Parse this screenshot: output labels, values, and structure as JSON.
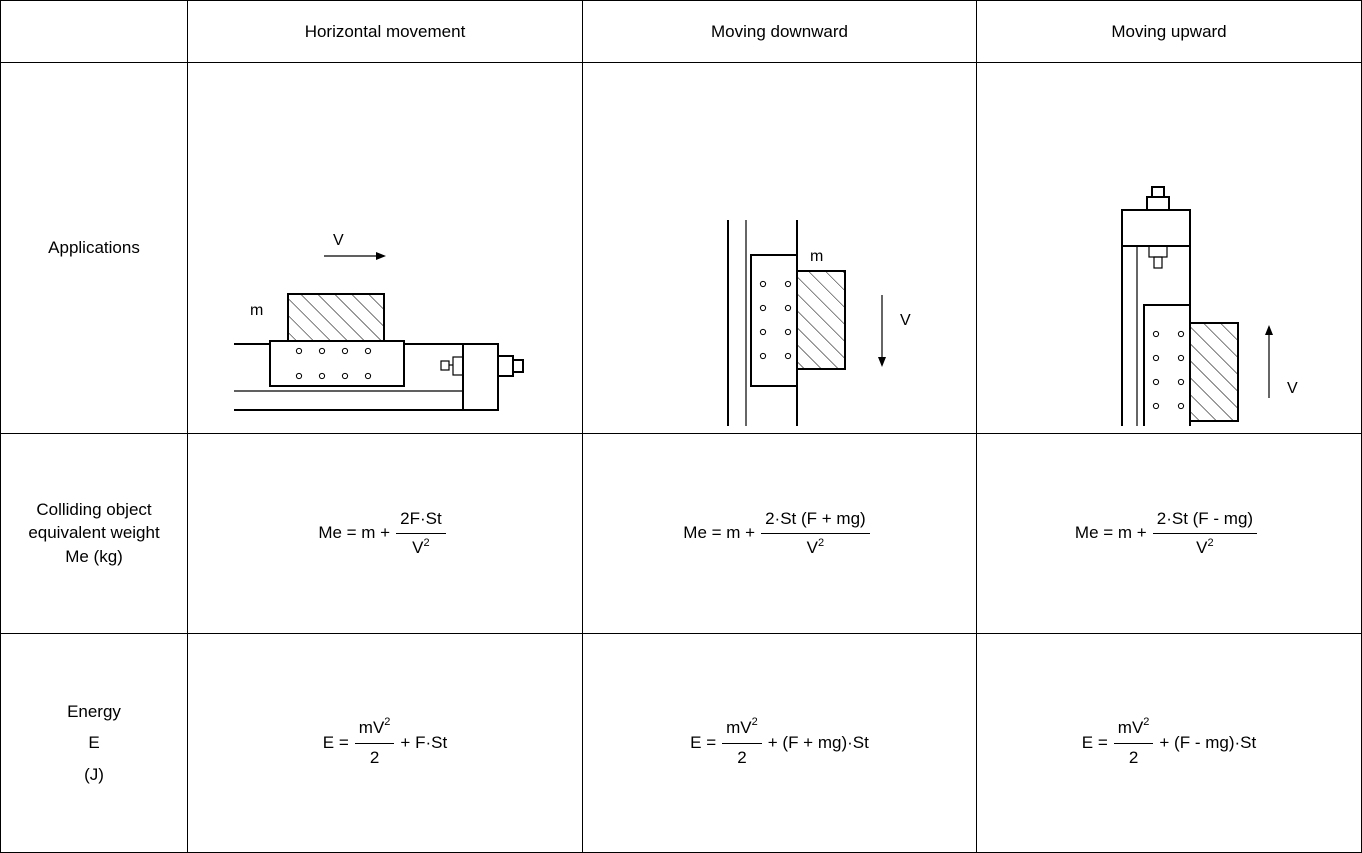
{
  "headers": {
    "corner": "",
    "horizontal": "Horizontal movement",
    "downward": "Moving downward",
    "upward": "Moving upward"
  },
  "rows": {
    "applications": "Applications",
    "equivalent_weight": {
      "line1": "Colliding object",
      "line2": "equivalent weight",
      "line3": "Me (kg)"
    },
    "energy": {
      "line1": "Energy",
      "line2": "E",
      "line3": "(J)"
    }
  },
  "diagram_labels": {
    "mass": "m",
    "velocity": "V"
  },
  "formulas": {
    "me_horizontal": {
      "lhs": "Me = m +",
      "num": "2F·St",
      "den_base": "V",
      "den_sup": "2"
    },
    "me_downward": {
      "lhs": "Me = m +",
      "num": "2·St (F + mg)",
      "den_base": "V",
      "den_sup": "2"
    },
    "me_upward": {
      "lhs": "Me = m +",
      "num": "2·St (F - mg)",
      "den_base": "V",
      "den_sup": "2"
    },
    "e_horizontal": {
      "lhs": "E =",
      "num_base": "mV",
      "num_sup": "2",
      "den": "2",
      "rhs": "+ F·St"
    },
    "e_downward": {
      "lhs": "E =",
      "num_base": "mV",
      "num_sup": "2",
      "den": "2",
      "rhs": "+ (F + mg)·St"
    },
    "e_upward": {
      "lhs": "E =",
      "num_base": "mV",
      "num_sup": "2",
      "den": "2",
      "rhs": "+ (F - mg)·St"
    }
  }
}
